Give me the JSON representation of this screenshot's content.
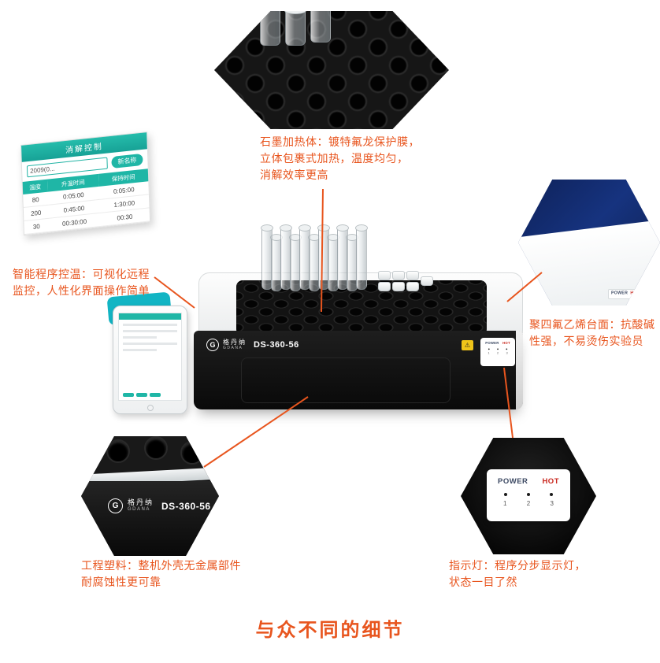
{
  "colors": {
    "accent": "#e8551e",
    "teal": "#1fb6a6",
    "navy": "#16337f",
    "power_blue": "#3c4963",
    "hot_red": "#c9271e"
  },
  "title": "与众不同的细节",
  "callouts": {
    "graphite": {
      "line1": "石墨加热体：镀特氟龙保护膜，",
      "line2": "立体包裹式加热，温度均匀，",
      "line3": "消解效率更高"
    },
    "smart": {
      "line1": "智能程序控温：可视化远程",
      "line2": "监控，人性化界面操作简单"
    },
    "ptfe": {
      "line1": "聚四氟乙烯台面：抗酸碱",
      "line2": "性强，不易烫伤实验员"
    },
    "plastic": {
      "line1": "工程塑料：整机外壳无金属部件",
      "line2": "耐腐蚀性更可靠"
    },
    "indicator": {
      "line1": "指示灯：程序分步显示灯，",
      "line2": "状态一目了然"
    }
  },
  "screen": {
    "title": "消解控制",
    "input_value": "2009(0...",
    "button": "新名称",
    "headers": [
      "温度",
      "升温时间",
      "保持时间"
    ],
    "rows": [
      [
        "80",
        "0:05:00",
        "0:05:00"
      ],
      [
        "200",
        "0:45:00",
        "1:30:00"
      ],
      [
        "30",
        "00:30:00",
        "00:30"
      ]
    ]
  },
  "product": {
    "brand_cn": "格丹纳",
    "brand_en": "GDANA",
    "model": "DS-360-56",
    "logo_letter": "G",
    "warning_symbol": "⚠"
  },
  "indicator": {
    "power": "POWER",
    "hot": "HOT",
    "n1": "1",
    "n2": "2",
    "n3": "3"
  }
}
